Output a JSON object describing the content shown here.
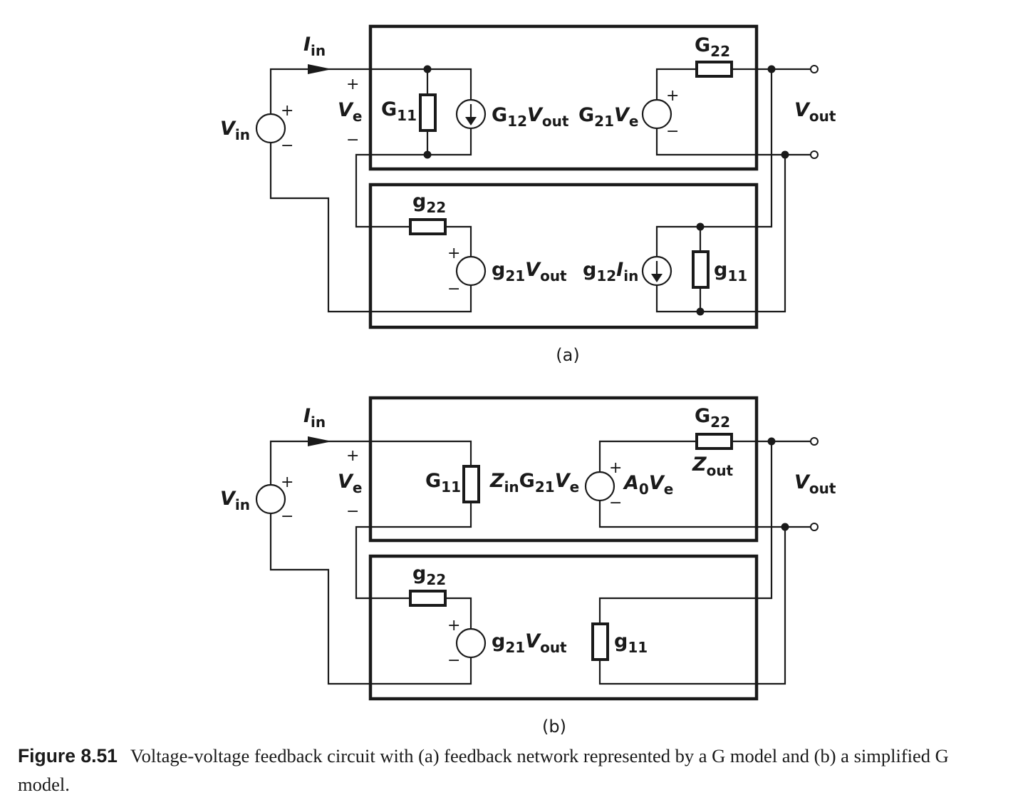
{
  "panel_a": {
    "label": "(a)",
    "I_in": [
      "I",
      "in"
    ],
    "V_in": [
      "V",
      "in"
    ],
    "V_e": [
      "V",
      "e"
    ],
    "V_out": [
      "V",
      "out"
    ],
    "G11": [
      "G",
      "11"
    ],
    "G12Vout": [
      "G",
      "12",
      "V",
      "out"
    ],
    "G21Ve": [
      "G",
      "21",
      "V",
      "e"
    ],
    "G22": [
      "G",
      "22"
    ],
    "g22": [
      "g",
      "22"
    ],
    "g21Vout": [
      "g",
      "21",
      "V",
      "out"
    ],
    "g12Iin": [
      "g",
      "12",
      "I",
      "in"
    ],
    "g11": [
      "g",
      "11"
    ]
  },
  "panel_b": {
    "label": "(b)",
    "I_in": [
      "I",
      "in"
    ],
    "V_in": [
      "V",
      "in"
    ],
    "V_e": [
      "V",
      "e"
    ],
    "V_out": [
      "V",
      "out"
    ],
    "G11": [
      "G",
      "11"
    ],
    "ZinG21Ve": [
      "Z",
      "in",
      "G",
      "21",
      "V",
      "e"
    ],
    "A0Ve": [
      "A",
      "0",
      "V",
      "e"
    ],
    "G22": [
      "G",
      "22"
    ],
    "Zout": [
      "Z",
      "out"
    ],
    "g22": [
      "g",
      "22"
    ],
    "g21Vout": [
      "g",
      "21",
      "V",
      "out"
    ],
    "g11": [
      "g",
      "11"
    ]
  },
  "signs": {
    "plus": "+",
    "minus": "−"
  },
  "caption": {
    "figure_number": "Figure 8.51",
    "text": "Voltage-voltage feedback circuit with (a) feedback network represented by a G model and (b) a simplified G model."
  }
}
